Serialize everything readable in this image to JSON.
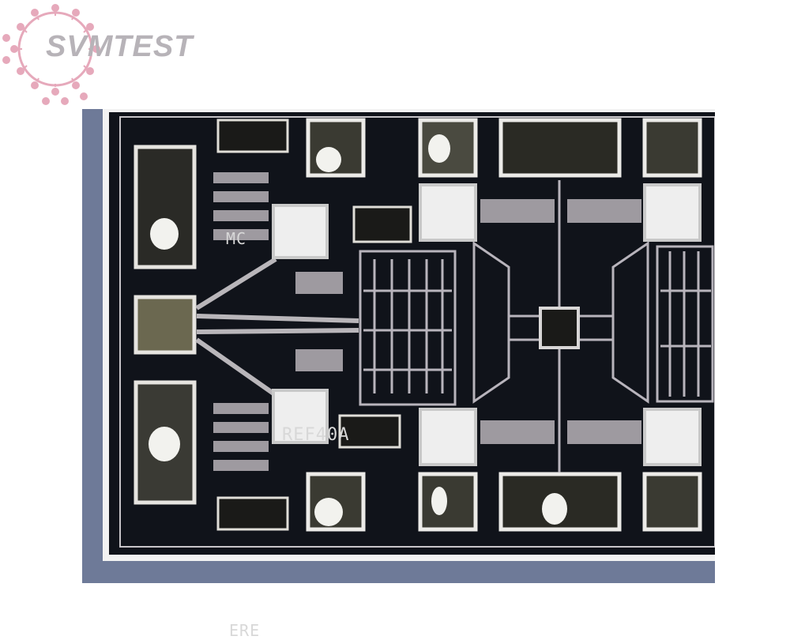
{
  "logo": {
    "text": "SVMTEST",
    "color": "#b7b3b8",
    "accent": "#e6a9bb",
    "icon": "virus-icon"
  },
  "die": {
    "labels": {
      "top_left": "MC",
      "part_number": "REF40A",
      "bottom_left": "ERE"
    },
    "colors": {
      "substrate": "#10131a",
      "metal": "#c7c4c8",
      "pad": "#eceaea",
      "background": "#6e7a98"
    }
  }
}
